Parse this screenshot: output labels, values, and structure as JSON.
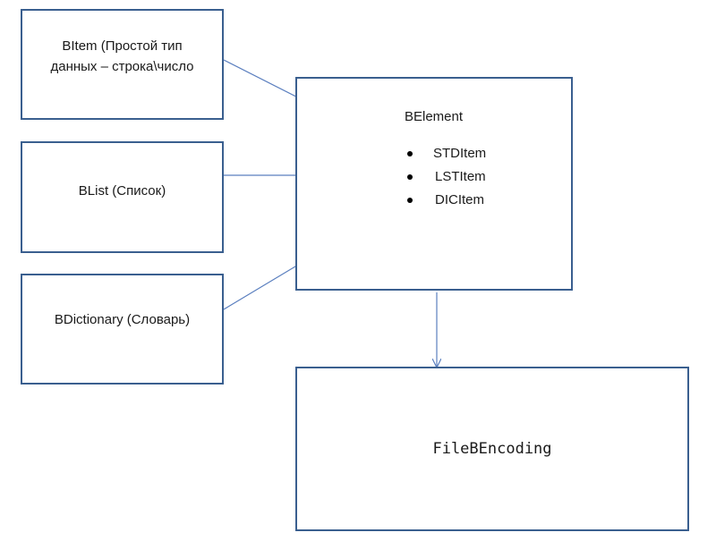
{
  "boxes": {
    "bitem": {
      "label_line1": "BItem (Простой тип",
      "label_line2": "данных – строка\\число"
    },
    "blist": {
      "label": "BList (Список)"
    },
    "bdictionary": {
      "label": "BDictionary (Словарь)"
    },
    "belement": {
      "title": "BElement",
      "items": [
        "STDItem",
        "LSTItem",
        "DICItem"
      ]
    },
    "filebencoding": {
      "label": "FileBEncoding"
    }
  },
  "colors": {
    "box_border": "#3a5f8f",
    "arrow": "#5b7fbf"
  }
}
